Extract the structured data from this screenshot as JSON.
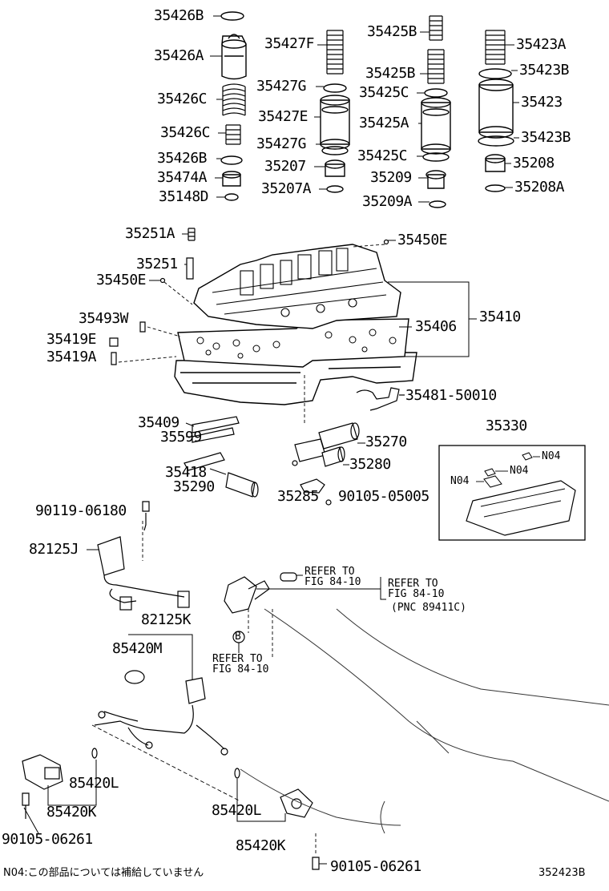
{
  "labels": {
    "p35426B_top": "35426B",
    "p35426A": "35426A",
    "p35426C_1": "35426C",
    "p35426C_2": "35426C",
    "p35426B_bot": "35426B",
    "p35474A": "35474A",
    "p35148D": "35148D",
    "p35427F": "35427F",
    "p35427G_1": "35427G",
    "p35427E": "35427E",
    "p35427G_2": "35427G",
    "p35207": "35207",
    "p35207A": "35207A",
    "p35425B_1": "35425B",
    "p35425B_2": "35425B",
    "p35425C_1": "35425C",
    "p35425A": "35425A",
    "p35425C_2": "35425C",
    "p35209": "35209",
    "p35209A": "35209A",
    "p35423A": "35423A",
    "p35423B_1": "35423B",
    "p35423": "35423",
    "p35423B_2": "35423B",
    "p35208": "35208",
    "p35208A": "35208A",
    "p35251A": "35251A",
    "p35251": "35251",
    "p35450E_1": "35450E",
    "p35450E_2": "35450E",
    "p35493W": "35493W",
    "p35419E": "35419E",
    "p35419A": "35419A",
    "p35406": "35406",
    "p35410": "35410",
    "p35481": "35481-50010",
    "p35409": "35409",
    "p35599": "35599",
    "p35418": "35418",
    "p35290": "35290",
    "p35270": "35270",
    "p35280": "35280",
    "p35285": "35285",
    "p90105_05005": "90105-05005",
    "p35330": "35330",
    "n04_a": "N04",
    "n04_b": "N04",
    "n04_c": "N04",
    "p90119": "90119-06180",
    "p82125J": "82125J",
    "p82125K": "82125K",
    "p85420M": "85420M",
    "p85420L_1": "85420L",
    "p85420K_1": "85420K",
    "p90105_06261_1": "90105-06261",
    "p85420L_2": "85420L",
    "p85420K_2": "85420K",
    "p90105_06261_2": "90105-06261",
    "refer_a_1": "REFER TO",
    "refer_a_2": "FIG 84-10",
    "refer_b_1": "REFER TO",
    "refer_b_2": "FIG 84-10",
    "refer_b_3": "(PNC 89411C)",
    "refer_c_1": "REFER TO",
    "refer_c_2": "FIG 84-10",
    "marker_b": "B"
  },
  "footnote": "N04:この部品については補給していません",
  "figure_id": "352423B"
}
